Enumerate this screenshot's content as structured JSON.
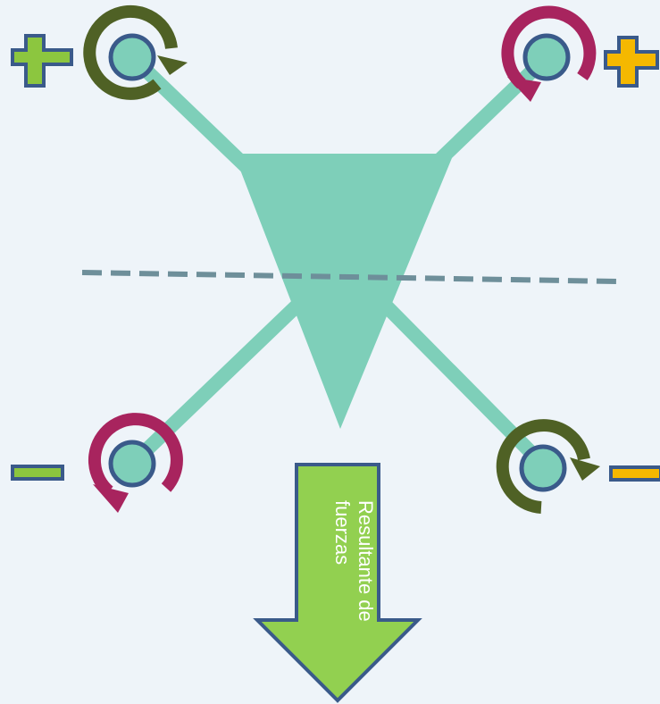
{
  "diagram": {
    "force_arrow_label": "Resultante de fuerzas",
    "colors": {
      "background": "#eef4f9",
      "frame": "#7ecfb9",
      "motor_fill": "#7ecfb9",
      "motor_stroke": "#3a5a8a",
      "rotation_cw": "#4f6125",
      "rotation_ccw": "#a8245e",
      "plus_green": "#8cc63f",
      "plus_yellow": "#f5b800",
      "minus_green": "#8cc63f",
      "minus_yellow": "#f5b800",
      "arrow_fill": "#92d050",
      "arrow_stroke": "#3a5a8a",
      "dashed_line": "#6e8f9a"
    },
    "motors": [
      {
        "id": "front-left",
        "sign": "plus",
        "sign_color": "green",
        "rotation": "clockwise"
      },
      {
        "id": "front-right",
        "sign": "plus",
        "sign_color": "yellow",
        "rotation": "counterclockwise"
      },
      {
        "id": "rear-left",
        "sign": "minus",
        "sign_color": "green",
        "rotation": "counterclockwise"
      },
      {
        "id": "rear-right",
        "sign": "minus",
        "sign_color": "yellow",
        "rotation": "clockwise"
      }
    ]
  }
}
